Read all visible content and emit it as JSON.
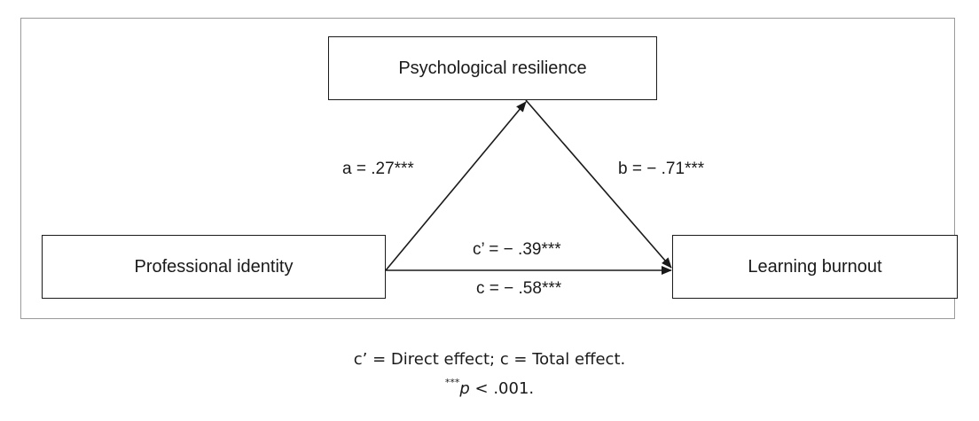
{
  "nodes": {
    "mediator": "Psychological resilience",
    "predictor": "Professional identity",
    "outcome": "Learning burnout"
  },
  "paths": {
    "a": "a = .27***",
    "b": "b = − .71***",
    "c_prime": "c’ = − .39***",
    "c": "c = − .58***"
  },
  "notes": {
    "line1": "c’ = Direct effect; c = Total effect.",
    "stars": "***",
    "p": "p",
    "threshold": " < .001."
  }
}
